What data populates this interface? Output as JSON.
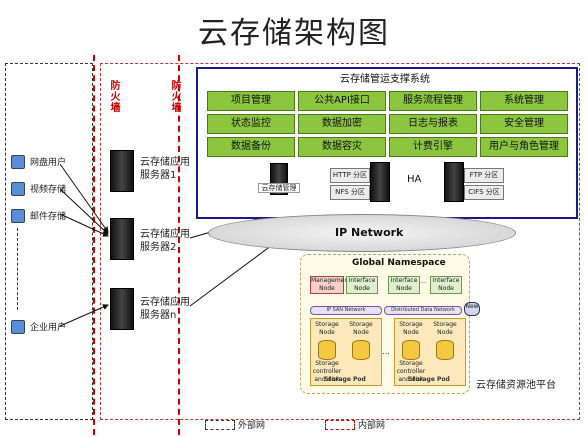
{
  "title": "云存储架构图",
  "firewall_label": "防火墙",
  "users": [
    {
      "label": "网盘用户"
    },
    {
      "label": "视频存储"
    },
    {
      "label": "邮件存储"
    },
    {
      "label": "企业用户"
    }
  ],
  "servers": [
    {
      "label": "云存储应用服务器1"
    },
    {
      "label": "云存储应用服务器2"
    },
    {
      "label": "云存储应用服务器n"
    }
  ],
  "mgmt": {
    "title": "云存储管运支撑系统",
    "cells": [
      "项目管理",
      "公共API接口",
      "服务流程管理",
      "系统管理",
      "状态监控",
      "数据加密",
      "日志与报表",
      "安全管理",
      "数据备份",
      "数据容灾",
      "计费引擎",
      "用户与角色管理"
    ],
    "mgmt_server_label": "云存储管理",
    "http_node": "HTTP 分区",
    "nfs_node": "NFS 分区",
    "ha": "HA",
    "ftp_node": "FTP 分区",
    "cifs_node": "CIFS 分区"
  },
  "network": {
    "label": "IP Network"
  },
  "pool": {
    "title": "Global Namespace",
    "mgmt_node": "Management Node",
    "interface_nodes": [
      "Interface Node",
      "Interface Node",
      "Interface Node"
    ],
    "ip_san_label": "IP SAN Network",
    "distributed_label": "Distributed Data Network",
    "storage_node": "Storage Node",
    "storage_ctrl": "Storage controller and disk",
    "pod_label": "Storage Pod",
    "new_label": "New",
    "platform_label": "云存储资源池平台"
  },
  "legend": [
    {
      "label": "外部网",
      "color": "#333333"
    },
    {
      "label": "内部网",
      "color": "#c00000"
    }
  ]
}
